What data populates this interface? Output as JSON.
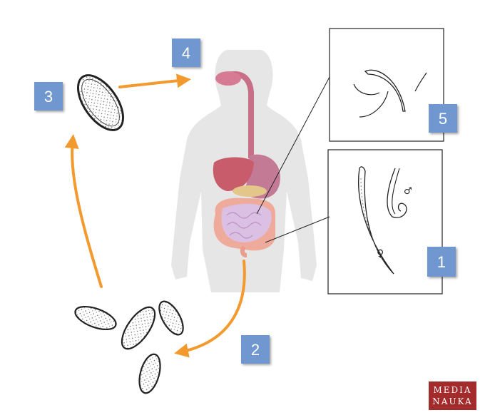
{
  "stages": [
    {
      "id": 1,
      "label": "1"
    },
    {
      "id": 2,
      "label": "2"
    },
    {
      "id": 3,
      "label": "3"
    },
    {
      "id": 4,
      "label": "4"
    },
    {
      "id": 5,
      "label": "5"
    }
  ],
  "symbols": {
    "male": "♂",
    "female": "♀"
  },
  "logo": {
    "line1": "MEDIA",
    "line2": "NAUKA"
  },
  "colors": {
    "badge": "#6f97cf",
    "arrow": "#f29a2e",
    "body": "#e2e2e2",
    "stomach": "#c66f86",
    "liver": "#c95c6a",
    "intestine": "#d9b8e0",
    "colon": "#eeaa9a",
    "logo": "#a42b2b"
  }
}
